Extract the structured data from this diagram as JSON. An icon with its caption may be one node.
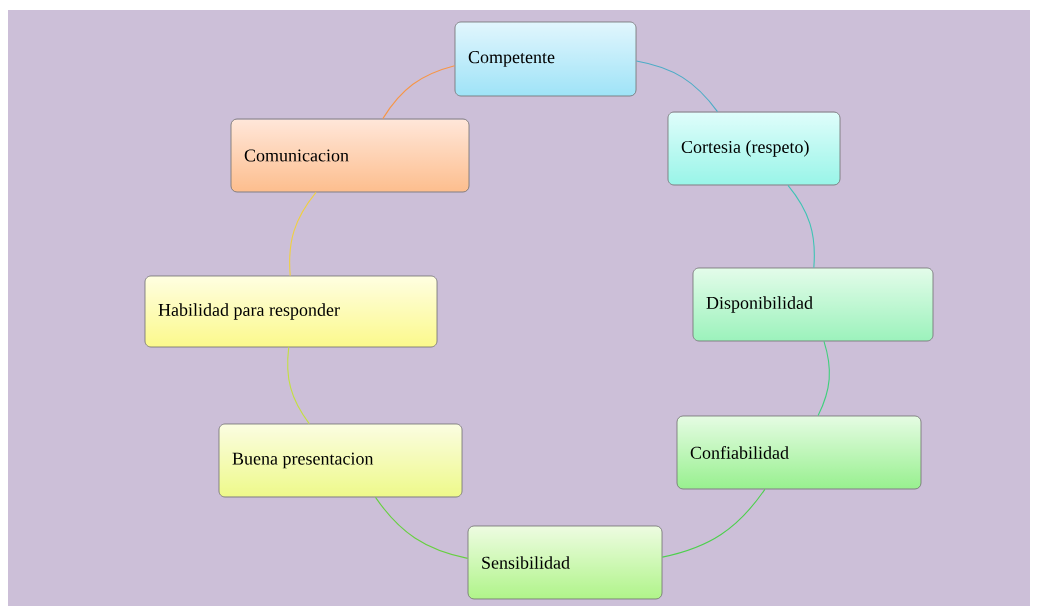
{
  "diagram": {
    "nodes": [
      {
        "text": [
          "Competente"
        ]
      },
      {
        "text": [
          "Cortesia (respeto)"
        ]
      },
      {
        "text": [
          "Disponibilidad"
        ]
      },
      {
        "text": [
          "Confiabilidad"
        ]
      },
      {
        "text": [
          "Sensibilidad"
        ]
      },
      {
        "text": [
          "Buena presentacion"
        ]
      },
      {
        "text": [
          "Habilidad para responder"
        ]
      },
      {
        "text": [
          "Comunicacion"
        ]
      }
    ],
    "edges": [
      {
        "from": 0,
        "to": 1,
        "arrow": "none",
        "color": "#4bacc6"
      },
      {
        "from": 1,
        "to": 2,
        "arrow": "none",
        "color": "#3ec4b4"
      },
      {
        "from": 2,
        "to": 3,
        "arrow": "none",
        "color": "#3fd07c"
      },
      {
        "from": 3,
        "to": 4,
        "arrow": "none",
        "color": "#4cd04c"
      },
      {
        "from": 4,
        "to": 5,
        "arrow": "none",
        "color": "#66d040"
      },
      {
        "from": 5,
        "to": 6,
        "arrow": "none",
        "color": "#c4e040"
      },
      {
        "from": 6,
        "to": 7,
        "arrow": "none",
        "color": "#f0d040"
      },
      {
        "from": 7,
        "to": 0,
        "arrow": "none",
        "color": "#f79646"
      }
    ]
  }
}
